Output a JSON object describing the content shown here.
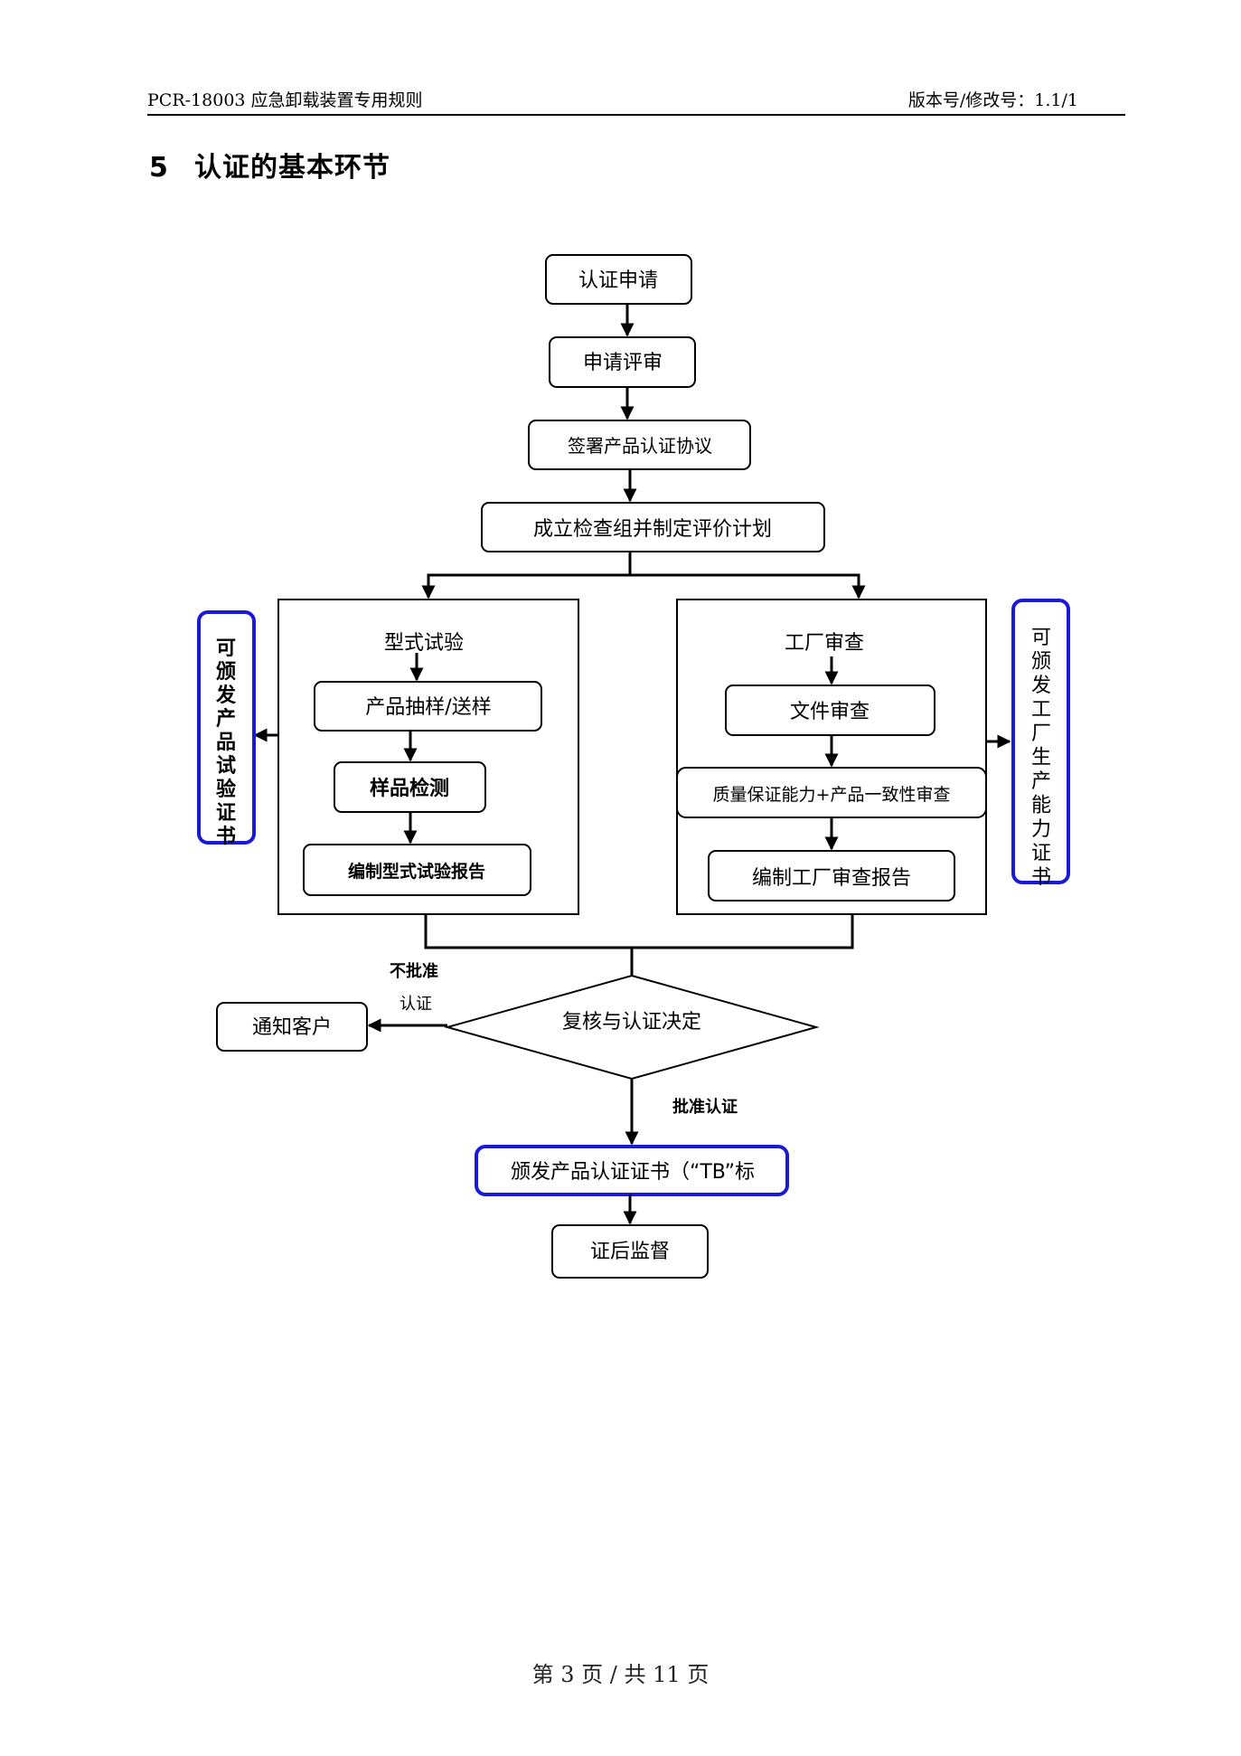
{
  "header": {
    "doc_title": "PCR-18003 应急卸载装置专用规则",
    "version": "版本号/修改号：1.1/1"
  },
  "section": {
    "number": "5",
    "title": "认证的基本环节"
  },
  "flowchart": {
    "steps": {
      "apply": "认证申请",
      "review": "申请评审",
      "agreement": "签署产品认证协议",
      "team": "成立检查组并制定评价计划"
    },
    "type_test": {
      "label": "型式试验",
      "steps": [
        "产品抽样/送样",
        "样品检测",
        "编制型式试验报告"
      ],
      "certificate": "可颁发产品试验证书"
    },
    "factory_audit": {
      "label": "工厂审查",
      "steps": [
        "文件审查",
        "质量保证能力+产品一致性审查",
        "编制工厂审查报告"
      ],
      "certificate": "可颁发工厂生产能力证书"
    },
    "decision": "复核与认证决定",
    "reject_label_1": "不批准",
    "reject_label_2": "认证",
    "reject_target": "通知客户",
    "approve_label": "批准认证",
    "issue_certificate": "颁发产品认证证书（“TB”标",
    "post_surveillance": "证后监督",
    "colors": {
      "highlight_border": "#1a1ad6",
      "line": "#000000"
    }
  },
  "footer": {
    "page_info": "第 3 页 / 共 11 页"
  }
}
